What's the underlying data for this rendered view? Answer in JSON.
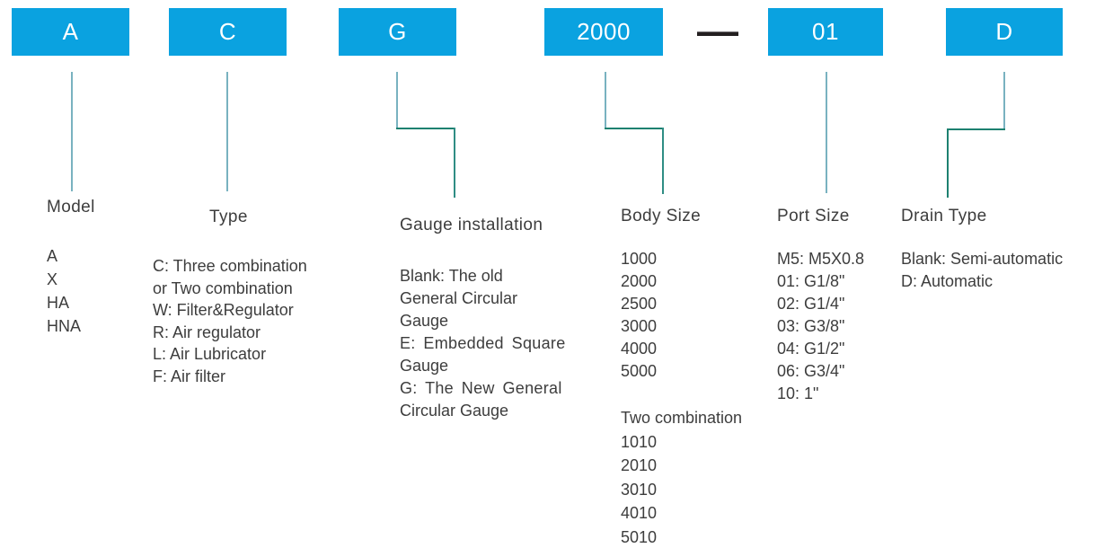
{
  "title": "Model code designation diagram",
  "colors": {
    "accent_blue": "#0aa2e0",
    "box_text": "#ffffff",
    "body_text": "#3d3d3d",
    "connector_light": "#79b2c0",
    "connector_dark": "#1d8170",
    "dash": "#231f20"
  },
  "boxes": [
    {
      "label": "A"
    },
    {
      "label": "C"
    },
    {
      "label": "G"
    },
    {
      "label": "2000"
    },
    {
      "label": "01"
    },
    {
      "label": "D"
    }
  ],
  "separator": {
    "glyph": "—"
  },
  "columns": [
    {
      "heading": "Model",
      "items": [
        "A",
        "X",
        "HA",
        "HNA"
      ]
    },
    {
      "heading": "Type",
      "items": [
        "C: Three combination",
        "or Two combination",
        "W: Filter&Regulator",
        "R: Air regulator",
        "L: Air Lubricator",
        "F: Air filter"
      ]
    },
    {
      "heading": "Gauge installation",
      "items": [
        "Blank: The old",
        "General Circular",
        "Gauge",
        "E: Embedded Square",
        "Gauge",
        "G: The New General",
        "Circular Gauge"
      ]
    },
    {
      "heading": "Body Size",
      "items": [
        "1000",
        "2000",
        "2500",
        "3000",
        "4000",
        "5000"
      ],
      "sub_items": [
        "Two combination",
        "1010",
        "2010",
        "3010",
        "4010",
        "5010"
      ]
    },
    {
      "heading": "Port Size",
      "items": [
        "M5: M5X0.8",
        "01: G1/8\"",
        "02: G1/4\"",
        "03: G3/8\"",
        "04: G1/2\"",
        "06: G3/4\"",
        "10: 1\""
      ]
    },
    {
      "heading": "Drain Type",
      "items": [
        "Blank: Semi-automatic",
        "D: Automatic"
      ]
    }
  ]
}
